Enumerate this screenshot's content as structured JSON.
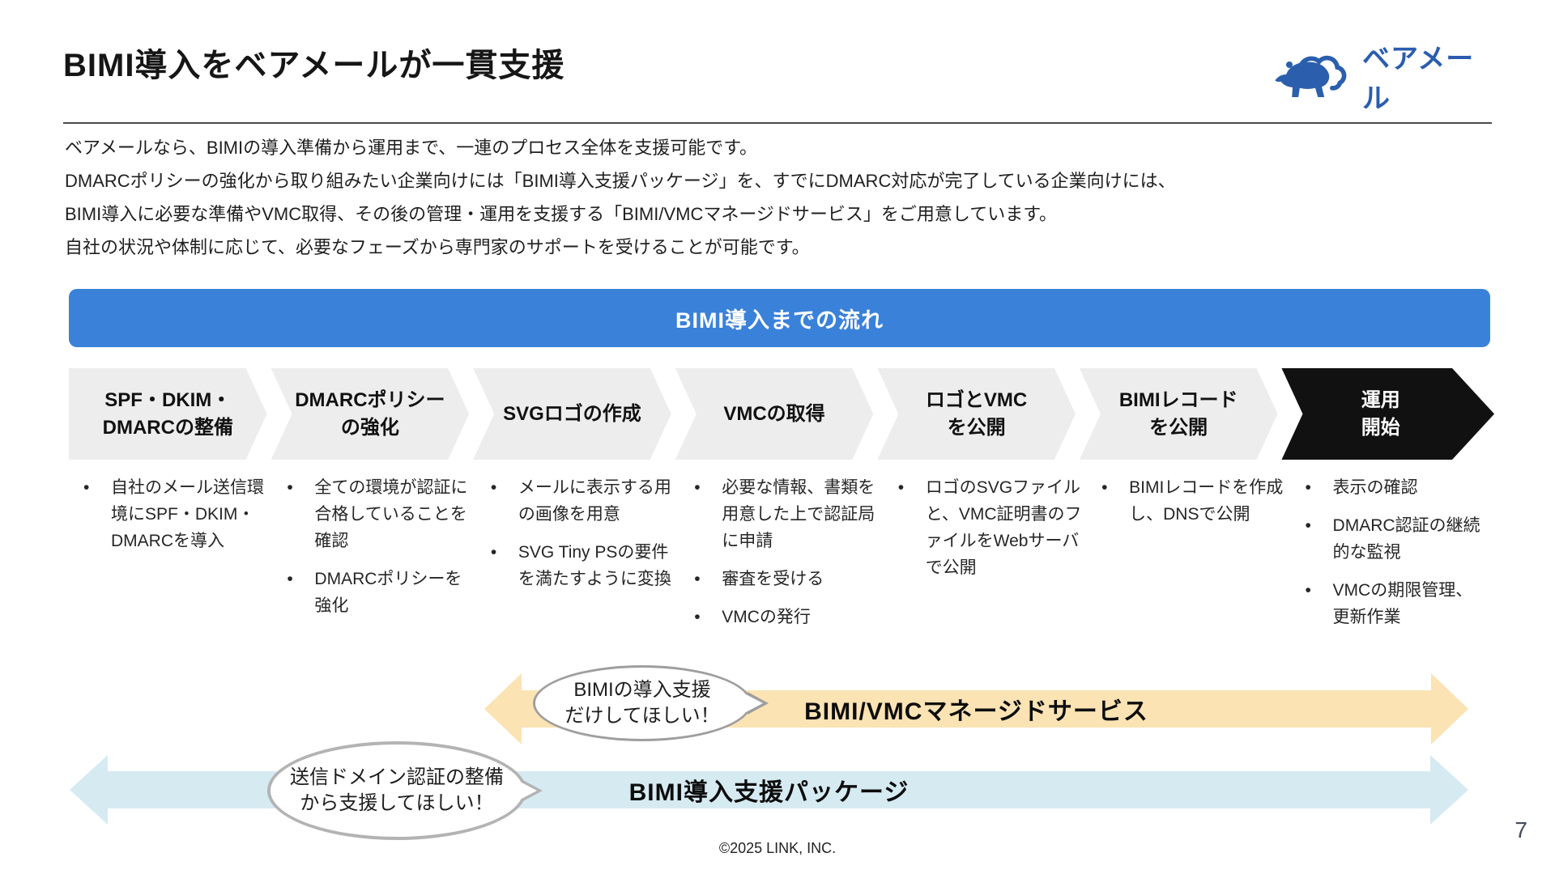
{
  "slide": {
    "title": "BIMI導入をベアメールが一貫支援",
    "page_number": "7",
    "footer": "©2025 LINK, INC."
  },
  "logo": {
    "brand": "ベアメール",
    "color": "#2b5fad"
  },
  "intro": {
    "lines": [
      "ベアメールなら、BIMIの導入準備から運用まで、一連のプロセス全体を支援可能です。",
      "DMARCポリシーの強化から取り組みたい企業向けには「BIMI導入支援パッケージ」を、すでにDMARC対応が完了している企業向けには、",
      "BIMI導入に必要な準備やVMC取得、その後の管理・運用を支援する「BIMI/VMCマネージドサービス」をご用意しています。",
      "自社の状況や体制に応じて、必要なフェーズから専門家のサポートを受けることが可能です。"
    ]
  },
  "banner": {
    "label": "BIMI導入までの流れ",
    "color": "#3a81da"
  },
  "flow": {
    "step_bg": "#ededed",
    "final_step_bg": "#111111",
    "steps": [
      {
        "label": "SPF・DKIM・\nDMARCの整備",
        "bullets": [
          "自社のメール送信環境にSPF・DKIM・DMARCを導入"
        ]
      },
      {
        "label": "DMARCポリシー\nの強化",
        "bullets": [
          "全ての環境が認証に合格していることを確認",
          "DMARCポリシーを強化"
        ]
      },
      {
        "label": "SVGロゴの作成",
        "bullets": [
          "メールに表示する用の画像を用意",
          "SVG Tiny PSの要件を満たすように変換"
        ]
      },
      {
        "label": "VMCの取得",
        "bullets": [
          "必要な情報、書類を用意した上で認証局に申請",
          "審査を受ける",
          "VMCの発行"
        ]
      },
      {
        "label": "ロゴとVMC\nを公開",
        "bullets": [
          "ロゴのSVGファイルと、VMC証明書のファイルをWebサーバで公開"
        ]
      },
      {
        "label": "BIMIレコード\nを公開",
        "bullets": [
          "BIMIレコードを作成し、DNSで公開"
        ]
      },
      {
        "label": "運用\n開始",
        "bullets": [
          "表示の確認",
          "DMARC認証の継続的な監視",
          "VMCの期限管理、更新作業"
        ]
      }
    ]
  },
  "services": {
    "managed": {
      "label": "BIMI/VMCマネージドサービス",
      "bubble": "BIMIの導入支援\nだけしてほしい！",
      "color": "#fbe3b4"
    },
    "package": {
      "label": "BIMI導入支援パッケージ",
      "bubble": "送信ドメイン認証の整備\nから支援してほしい！",
      "color": "#d6eaf2"
    }
  }
}
